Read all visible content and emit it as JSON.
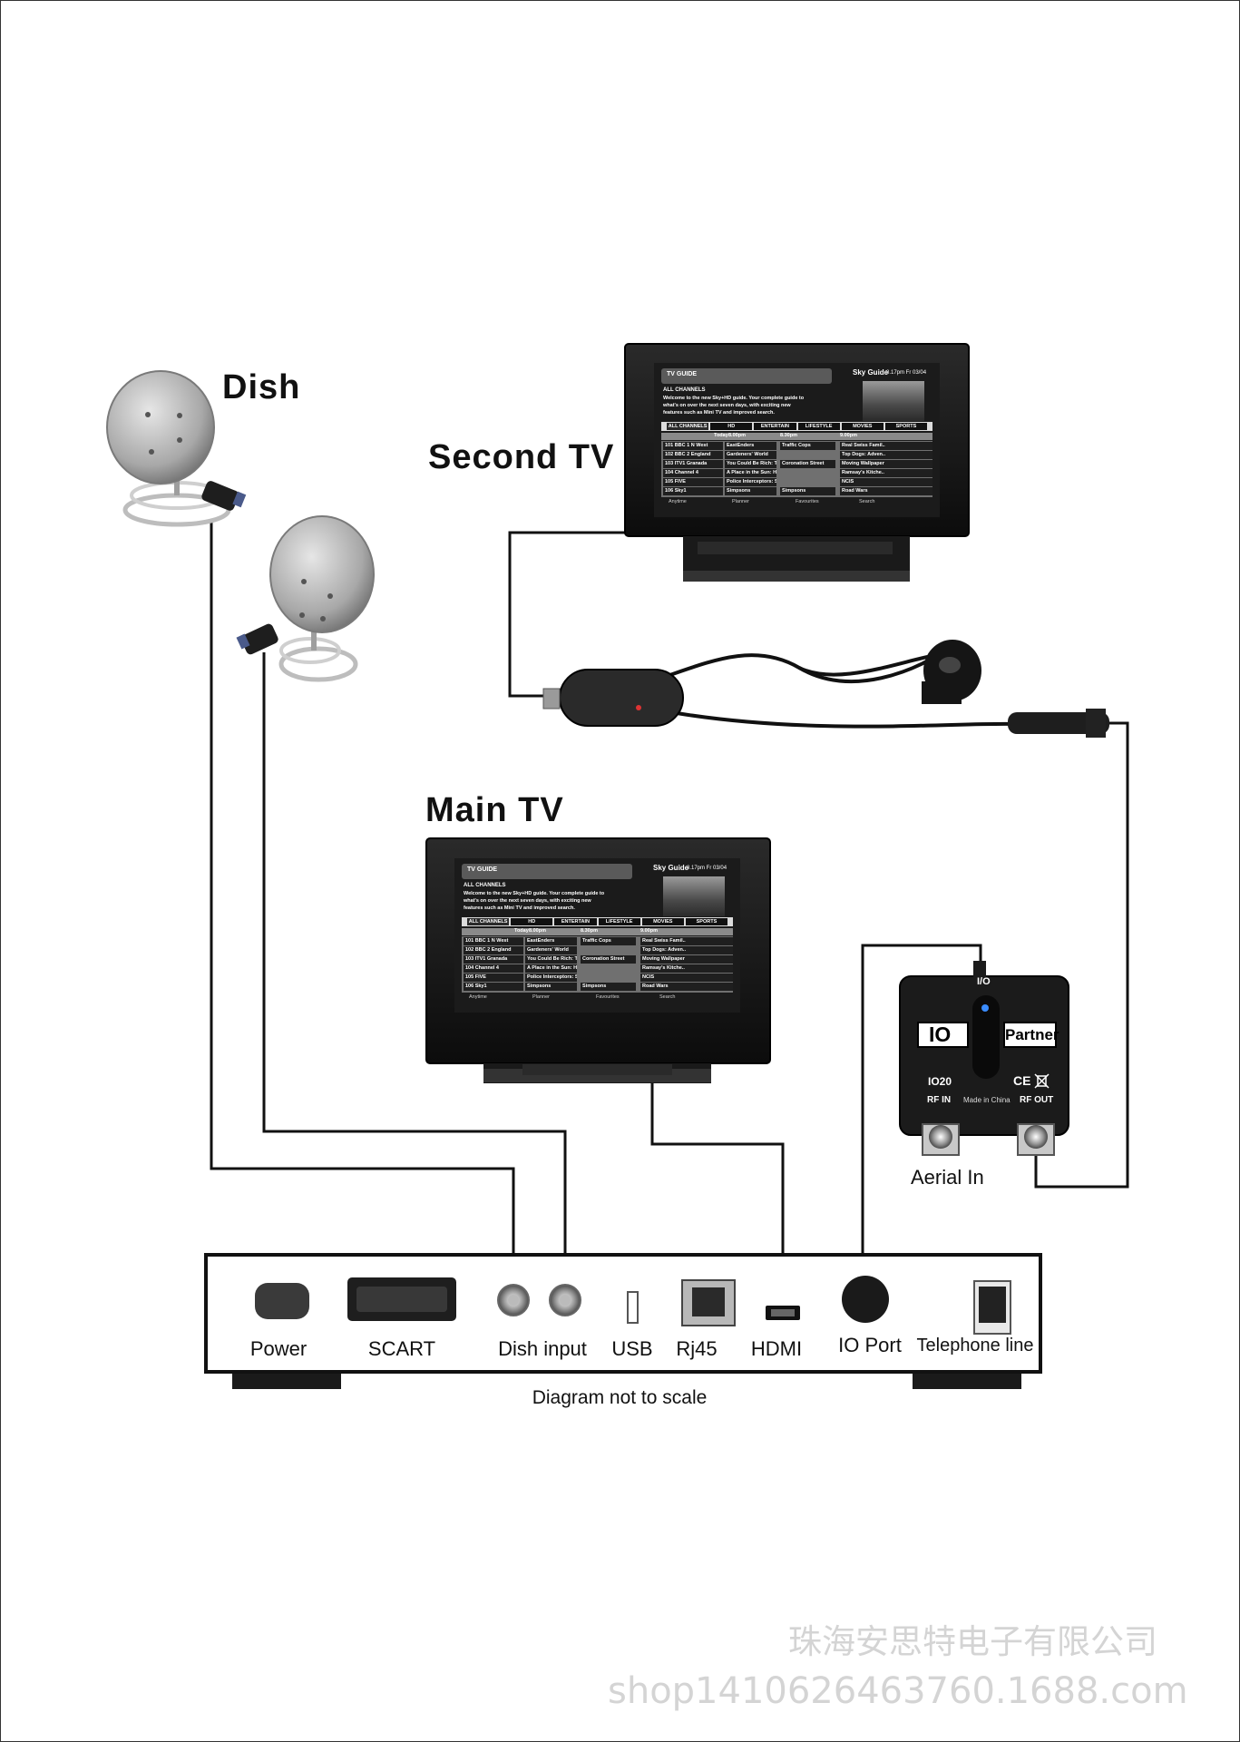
{
  "devices": {
    "dish": "Dish",
    "second_tv": "Second TV",
    "main_tv": "Main TV",
    "aerial_in": "Aerial In"
  },
  "receiver_ports": {
    "power": "Power",
    "scart": "SCART",
    "dish_input": "Dish input",
    "usb": "USB",
    "rj45": "Rj45",
    "hdmi": "HDMI",
    "io_port": "IO Port",
    "telephone_line": "Telephone line"
  },
  "partner_box": {
    "io_label": "I/O",
    "brand_left": "IO",
    "brand_right": "Partner",
    "model": "IO20",
    "rf_in": "RF IN",
    "made_in": "Made in China",
    "rf_out": "RF OUT",
    "ce_mark": "CE"
  },
  "tv_screen": {
    "guide_title": "TV GUIDE",
    "sky_guide": "Sky Guide",
    "time": "8.17pm Fr 03/04",
    "heading": "ALL CHANNELS",
    "intro_lines": [
      "Welcome to the new Sky+HD guide. Your complete guide to",
      "what's on over the next seven days, with exciting new",
      "features such as Mini TV and improved search."
    ],
    "tabs": [
      "ALL CHANNELS",
      "HD",
      "ENTERTAIN",
      "LIFESTYLE",
      "MOVIES",
      "SPORTS"
    ],
    "time_cols": [
      "Today",
      "8.00pm",
      "8.30pm",
      "9.00pm"
    ],
    "rows": [
      {
        "channel": "101  BBC 1 N West",
        "p1": "EastEnders",
        "p2": "Traffic Cops",
        "p3": "Real Swiss Famil.."
      },
      {
        "channel": "102  BBC 2 England",
        "p1": "Gardeners' World",
        "p2": "",
        "p3": "Top Dogs: Adven.."
      },
      {
        "channel": "103  ITV1 Granada",
        "p1": "You Could Be Rich: T..",
        "p2": "Coronation Street",
        "p3": "Moving Wallpaper"
      },
      {
        "channel": "104  Channel 4",
        "p1": "A Place in the Sun: Home or USA?",
        "p2": "",
        "p3": "Ramsay's Kitche.."
      },
      {
        "channel": "105  FIVE",
        "p1": "Police Interceptors: Special...",
        "p2": "",
        "p3": "NCIS"
      },
      {
        "channel": "106  Sky1",
        "p1": "Simpsons",
        "p2": "Simpsons",
        "p3": "Road Wars"
      }
    ],
    "footer": [
      "Anytime",
      "Planner",
      "Favourites",
      "Search"
    ]
  },
  "caption": "Diagram not to scale",
  "watermark": {
    "company": "珠海安思特电子有限公司",
    "url": "shop1410626463760.1688.com"
  }
}
